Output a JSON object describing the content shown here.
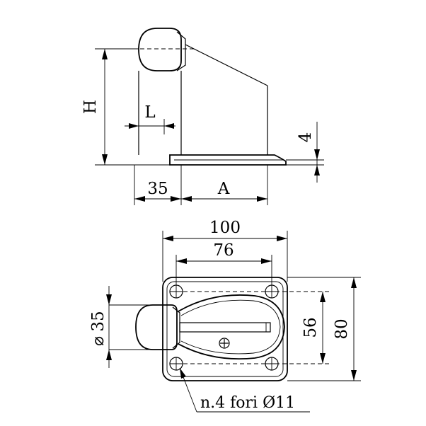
{
  "side_view": {
    "label_H": "H",
    "label_L": "L",
    "label_4": "4",
    "label_35": "35",
    "label_A": "A"
  },
  "top_view": {
    "label_100": "100",
    "label_76": "76",
    "label_56": "56",
    "label_80": "80",
    "label_dia35": "35",
    "note_holes": "n.4 fori Ø11"
  }
}
